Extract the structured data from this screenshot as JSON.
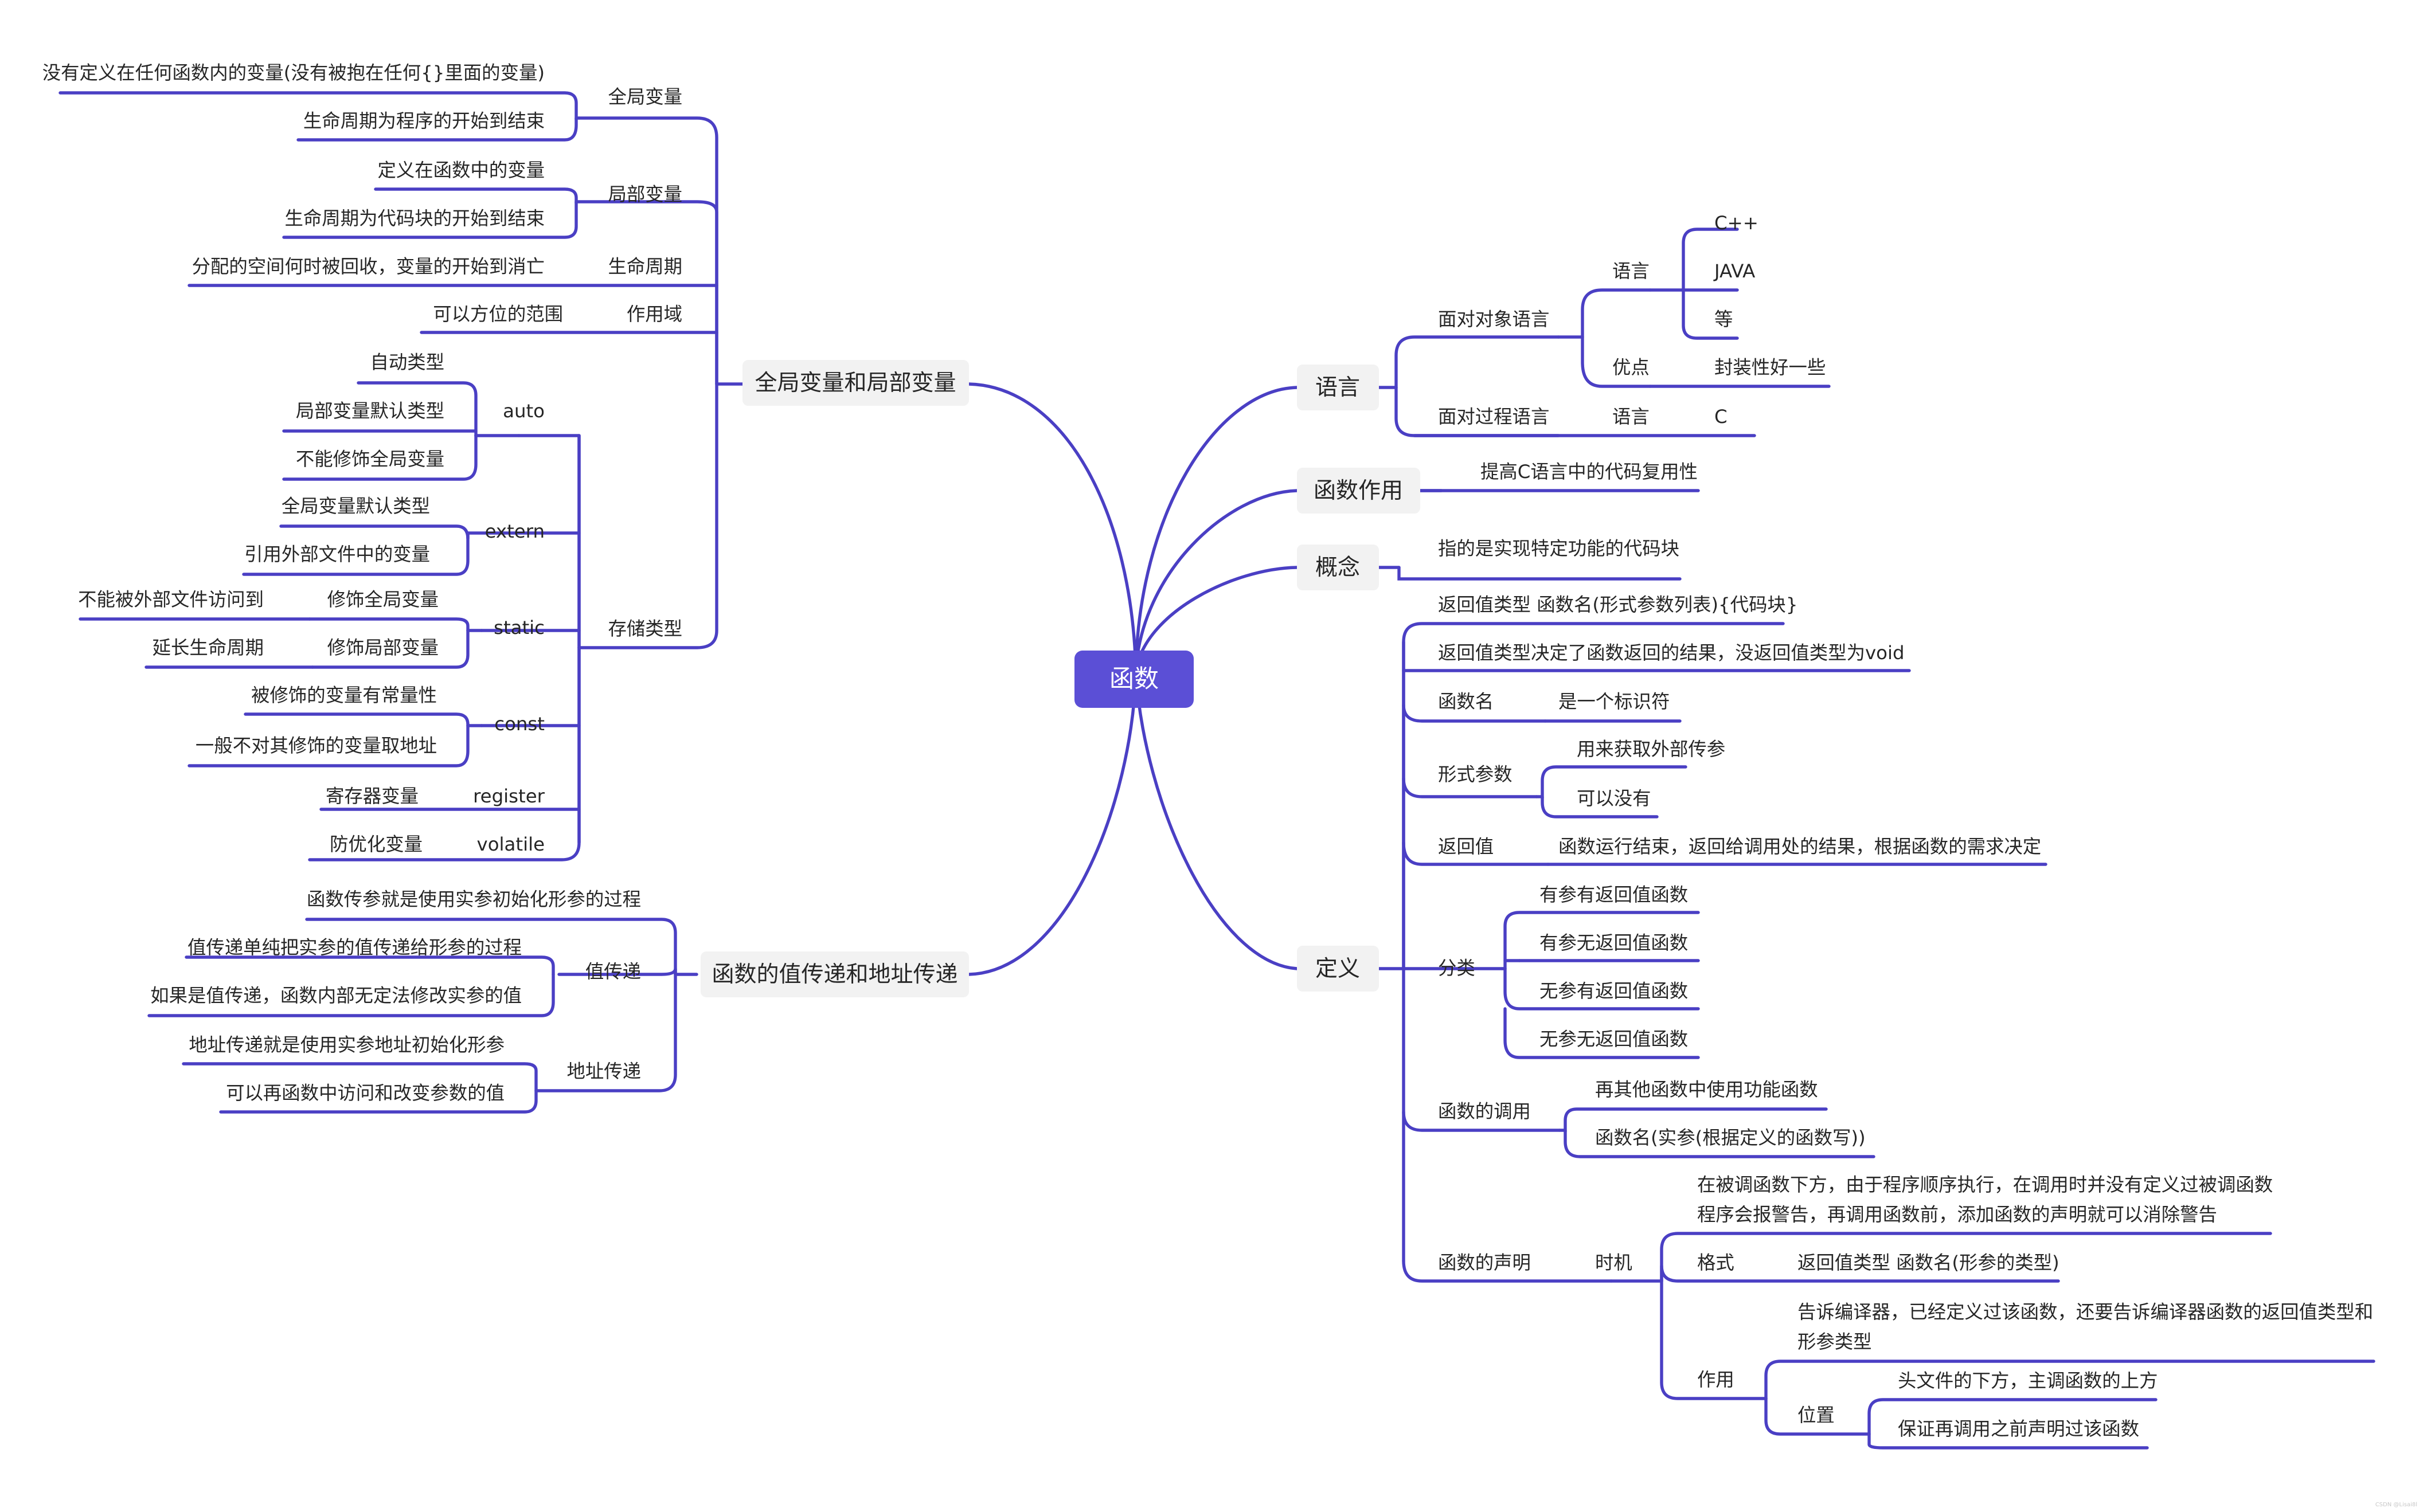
{
  "root": "函数",
  "branches": {
    "global_local": "全局变量和局部变量",
    "value_address": "函数的值传递和地址传递",
    "language": "语言",
    "purpose": "函数作用",
    "concept": "概念",
    "definition": "定义"
  },
  "left_top": {
    "global_var": "全局变量",
    "global_def": "没有定义在任何函数内的变量(没有被抱在任何{}里面的变量)",
    "global_life": "生命周期为程序的开始到结束",
    "local_var": "局部变量",
    "local_def": "定义在函数中的变量",
    "local_life": "生命周期为代码块的开始到结束",
    "lifecycle": "生命周期",
    "lifecycle_desc": "分配的空间何时被回收，变量的开始到消亡",
    "scope": "作用域",
    "scope_desc": "可以方位的范围",
    "storage": "存储类型",
    "auto": "auto",
    "auto_1": "自动类型",
    "auto_2": "局部变量默认类型",
    "auto_3": "不能修饰全局变量",
    "extern": "extern",
    "extern_1": "全局变量默认类型",
    "extern_2": "引用外部文件中的变量",
    "static": "static",
    "static_g": "修饰全局变量",
    "static_g_desc": "不能被外部文件访问到",
    "static_l": "修饰局部变量",
    "static_l_desc": "延长生命周期",
    "const": "const",
    "const_1": "被修饰的变量有常量性",
    "const_2": "一般不对其修饰的变量取地址",
    "register": "register",
    "register_desc": "寄存器变量",
    "volatile": "volatile",
    "volatile_desc": "防优化变量"
  },
  "left_bottom": {
    "pass_def": "函数传参就是使用实参初始化形参的过程",
    "by_value": "值传递",
    "by_value_1": "值传递单纯把实参的值传递给形参的过程",
    "by_value_2": "如果是值传递，函数内部无定法修改实参的值",
    "by_address": "地址传递",
    "by_address_1": "地址传递就是使用实参地址初始化形参",
    "by_address_2": "可以再函数中访问和改变参数的值"
  },
  "language": {
    "oop": "面对对象语言",
    "oop_lang": "语言",
    "cpp": "C++",
    "java": "JAVA",
    "etc": "等",
    "advantage": "优点",
    "advantage_desc": "封装性好一些",
    "pop": "面对过程语言",
    "pop_lang": "语言",
    "c": "C"
  },
  "purpose_desc": "提高C语言中的代码复用性",
  "concept_desc": "指的是实现特定功能的代码块",
  "definition": {
    "syntax": "返回值类型  函数名(形式参数列表){代码块}",
    "return_type": "返回值类型决定了函数返回的结果，没返回值类型为void",
    "func_name": "函数名",
    "func_name_desc": "是一个标识符",
    "params": "形式参数",
    "params_1": "用来获取外部传参",
    "params_2": "可以没有",
    "return_value": "返回值",
    "return_value_desc": "函数运行结束，返回给调用处的结果，根据函数的需求决定",
    "classify": "分类",
    "classify_1": "有参有返回值函数",
    "classify_2": "有参无返回值函数",
    "classify_3": "无参有返回值函数",
    "classify_4": "无参无返回值函数",
    "call": "函数的调用",
    "call_1": "再其他函数中使用功能函数",
    "call_2": "函数名(实参(根据定义的函数写))",
    "decl": "函数的声明",
    "timing": "时机",
    "timing_line1": "在被调函数下方，由于程序顺序执行，在调用时并没有定义过被调函数",
    "timing_line2": "程序会报警告，再调用函数前，添加函数的声明就可以消除警告",
    "format": "格式",
    "format_desc": "返回值类型  函数名(形参的类型)",
    "role": "作用",
    "role_line1": "告诉编译器，已经定义过该函数，还要告诉编译器函数的返回值类型和",
    "role_line2": "形参类型",
    "position": "位置",
    "position_1": "头文件的下方，主调函数的上方",
    "position_2": "保证再调用之前声明过该函数"
  },
  "watermark": "CSDN @Lisai8l",
  "colors": {
    "line": "#4a3fc4",
    "root_fill": "#5b4fd6",
    "branch_fill": "#f2f2f2",
    "text": "#262626"
  }
}
